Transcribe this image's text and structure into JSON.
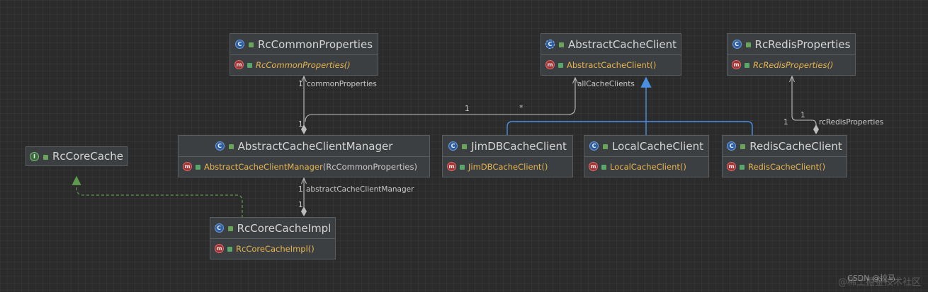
{
  "colors": {
    "background": "#2b2b2b",
    "node_fill": "#3c3f41",
    "method_name": "#e6b450",
    "inheritance_arrow": "#4a90e2",
    "implements_arrow": "#5e9a4e"
  },
  "classes": {
    "rc_common_properties": {
      "name": "RcCommonProperties",
      "badge": "C",
      "method": "RcCommonProperties()",
      "method_badge": "m"
    },
    "abstract_cache_client": {
      "name": "AbstractCacheClient",
      "badge": "C",
      "method": "AbstractCacheClient()",
      "method_badge": "m"
    },
    "rc_redis_properties": {
      "name": "RcRedisProperties",
      "badge": "C",
      "method": "RcRedisProperties()",
      "method_badge": "m"
    },
    "rc_core_cache": {
      "name": "RcCoreCache",
      "badge": "I"
    },
    "abstract_cache_client_manager": {
      "name": "AbstractCacheClientManager",
      "badge": "C",
      "method": "AbstractCacheClientManager",
      "method_params": "(RcCommonProperties)",
      "method_badge": "m"
    },
    "jimdb_cache_client": {
      "name": "JimDBCacheClient",
      "badge": "C",
      "method": "JimDBCacheClient()",
      "method_badge": "m"
    },
    "local_cache_client": {
      "name": "LocalCacheClient",
      "badge": "C",
      "method": "LocalCacheClient()",
      "method_badge": "m"
    },
    "redis_cache_client": {
      "name": "RedisCacheClient",
      "badge": "C",
      "method": "RedisCacheClient()",
      "method_badge": "m"
    },
    "rc_core_cache_impl": {
      "name": "RcCoreCacheImpl",
      "badge": "C",
      "method": "RcCoreCacheImpl()",
      "method_badge": "m"
    }
  },
  "edge_labels": {
    "common_properties": "commonProperties",
    "common_properties_mult": "1",
    "all_cache_clients": "allCacheClients",
    "all_cache_clients_mult_one": "1",
    "all_cache_clients_mult_many": "*",
    "rc_redis_properties": "rcRedisProperties",
    "rc_redis_properties_mult_a": "1",
    "rc_redis_properties_mult_b": "1",
    "abstract_cache_client_manager": "abstractCacheClientManager",
    "abstract_cache_client_manager_mult_a": "1",
    "abstract_cache_client_manager_mult_b": "1",
    "manager_common_mult": "1"
  },
  "watermark": {
    "line1": "CSDN @拉马",
    "line2": "@稀土掘金技术社区"
  }
}
